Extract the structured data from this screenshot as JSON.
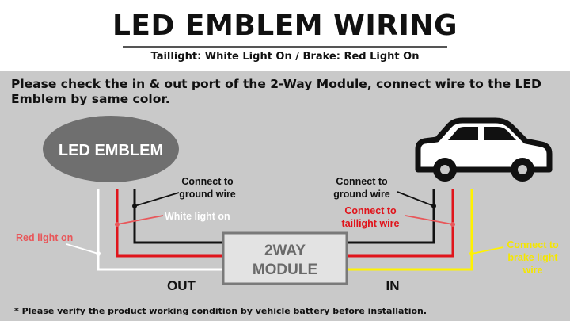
{
  "header": {
    "title": "LED EMBLEM WIRING",
    "subtitle": "Taillight: White Light On / Brake: Red Light On"
  },
  "instruction": "Please check the in & out port of the 2-Way Module, connect wire to the LED Emblem by same color.",
  "diagram": {
    "emblem_label": "LED EMBLEM",
    "module_line1": "2WAY",
    "module_line2": "MODULE",
    "out_label": "OUT",
    "in_label": "IN",
    "left_ground_line1": "Connect to",
    "left_ground_line2": "ground wire",
    "right_ground_line1": "Connect to",
    "right_ground_line2": "ground wire",
    "white_light": "White light on",
    "red_light": "Red light on",
    "taillight_line1": "Connect to",
    "taillight_line2": "taillight wire",
    "brake_line1": "Connect to",
    "brake_line2": "brake light",
    "brake_line3": "wire"
  },
  "colors": {
    "red_wire": "#e0141b",
    "black_wire": "#111111",
    "white_wire": "#ffffff",
    "yellow_wire": "#fff200",
    "red_text": "#e8575a",
    "yellow_text": "#f5e600"
  },
  "footnote": "* Please verify the product working condition by vehicle battery before installation."
}
